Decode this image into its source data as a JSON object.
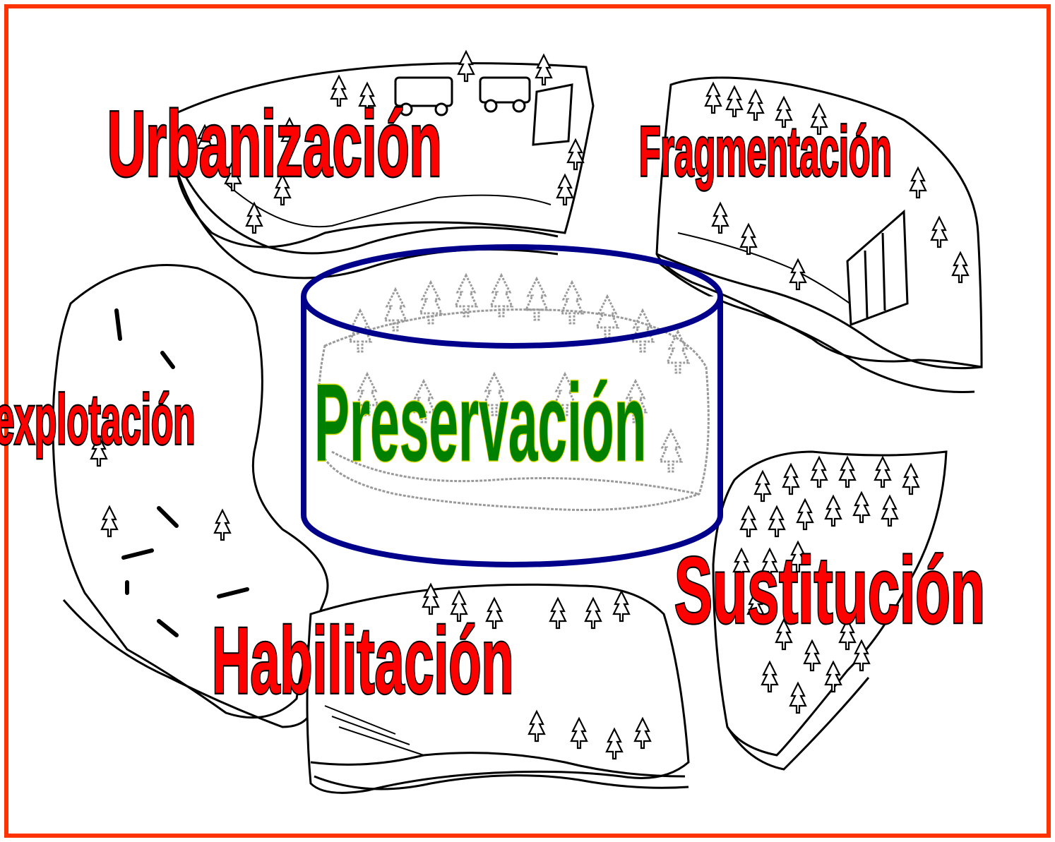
{
  "colors": {
    "border": "#ff3300",
    "label_red": "#ff0000",
    "label_green": "#008000",
    "cylinder_blue": "#00008b",
    "sketch": "#000000"
  },
  "center": {
    "label": "Preservación",
    "shape": "cylinder"
  },
  "processes": {
    "urbanizacion": "Urbanización",
    "fragmentacion": "Fragmentación",
    "sobreexplotacion": "explotación",
    "habilitacion": "Habilitación",
    "sustitucion": "Sustitución"
  },
  "icons": [
    "tree-icon",
    "vehicle-icon",
    "fence-icon",
    "log-icon"
  ]
}
